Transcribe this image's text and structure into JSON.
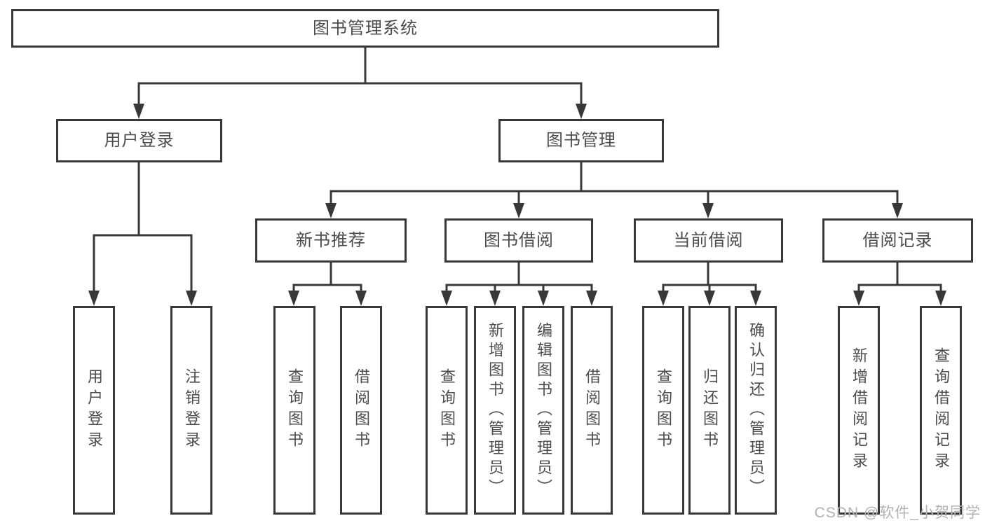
{
  "colors": {
    "background": "#ffffff",
    "line": "#383838",
    "box_border": "#383838",
    "text": "#4c4c4c",
    "watermark": "#b2b2b2"
  },
  "watermark": {
    "text": "CSDN @软件_小贺同学"
  },
  "tree": {
    "label": "图书管理系统",
    "children": [
      {
        "label": "用户登录",
        "children": [
          {
            "label": "用户登录"
          },
          {
            "label": "注销登录"
          }
        ]
      },
      {
        "label": "图书管理",
        "children": [
          {
            "label": "新书推荐",
            "children": [
              {
                "label": "查询图书"
              },
              {
                "label": "借阅图书"
              }
            ]
          },
          {
            "label": "图书借阅",
            "children": [
              {
                "label": "查询图书"
              },
              {
                "label": "新增图书（管理员）"
              },
              {
                "label": "编辑图书（管理员）"
              },
              {
                "label": "借阅图书"
              }
            ]
          },
          {
            "label": "当前借阅",
            "children": [
              {
                "label": "查询图书"
              },
              {
                "label": "归还图书"
              },
              {
                "label": "确认归还（管理员）"
              }
            ]
          },
          {
            "label": "借阅记录",
            "children": [
              {
                "label": "新增借阅记录"
              },
              {
                "label": "查询借阅记录"
              }
            ]
          }
        ]
      }
    ]
  }
}
